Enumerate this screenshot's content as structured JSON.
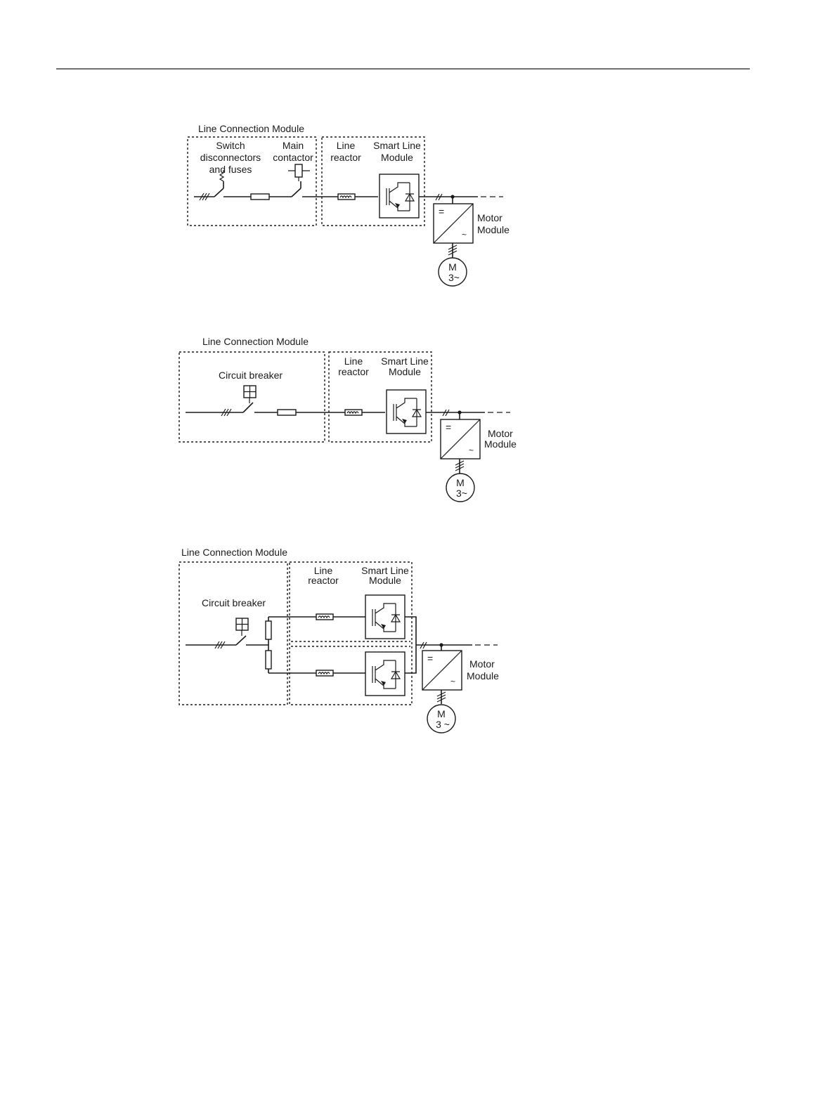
{
  "labels": {
    "line_connection_module": "Line Connection Module",
    "switch_1": "Switch",
    "switch_2": "disconnectors",
    "switch_3": "and fuses",
    "main_1": "Main",
    "main_2": "contactor",
    "line_1": "Line",
    "line_2": "reactor",
    "smart_1": "Smart Line",
    "smart_2": "Module",
    "circuit_breaker": "Circuit breaker",
    "motor_1": "Motor",
    "motor_2": "Module",
    "eq": "=",
    "tilde": "~",
    "m": "M",
    "m3": "3~",
    "m3s": "3 ~"
  }
}
